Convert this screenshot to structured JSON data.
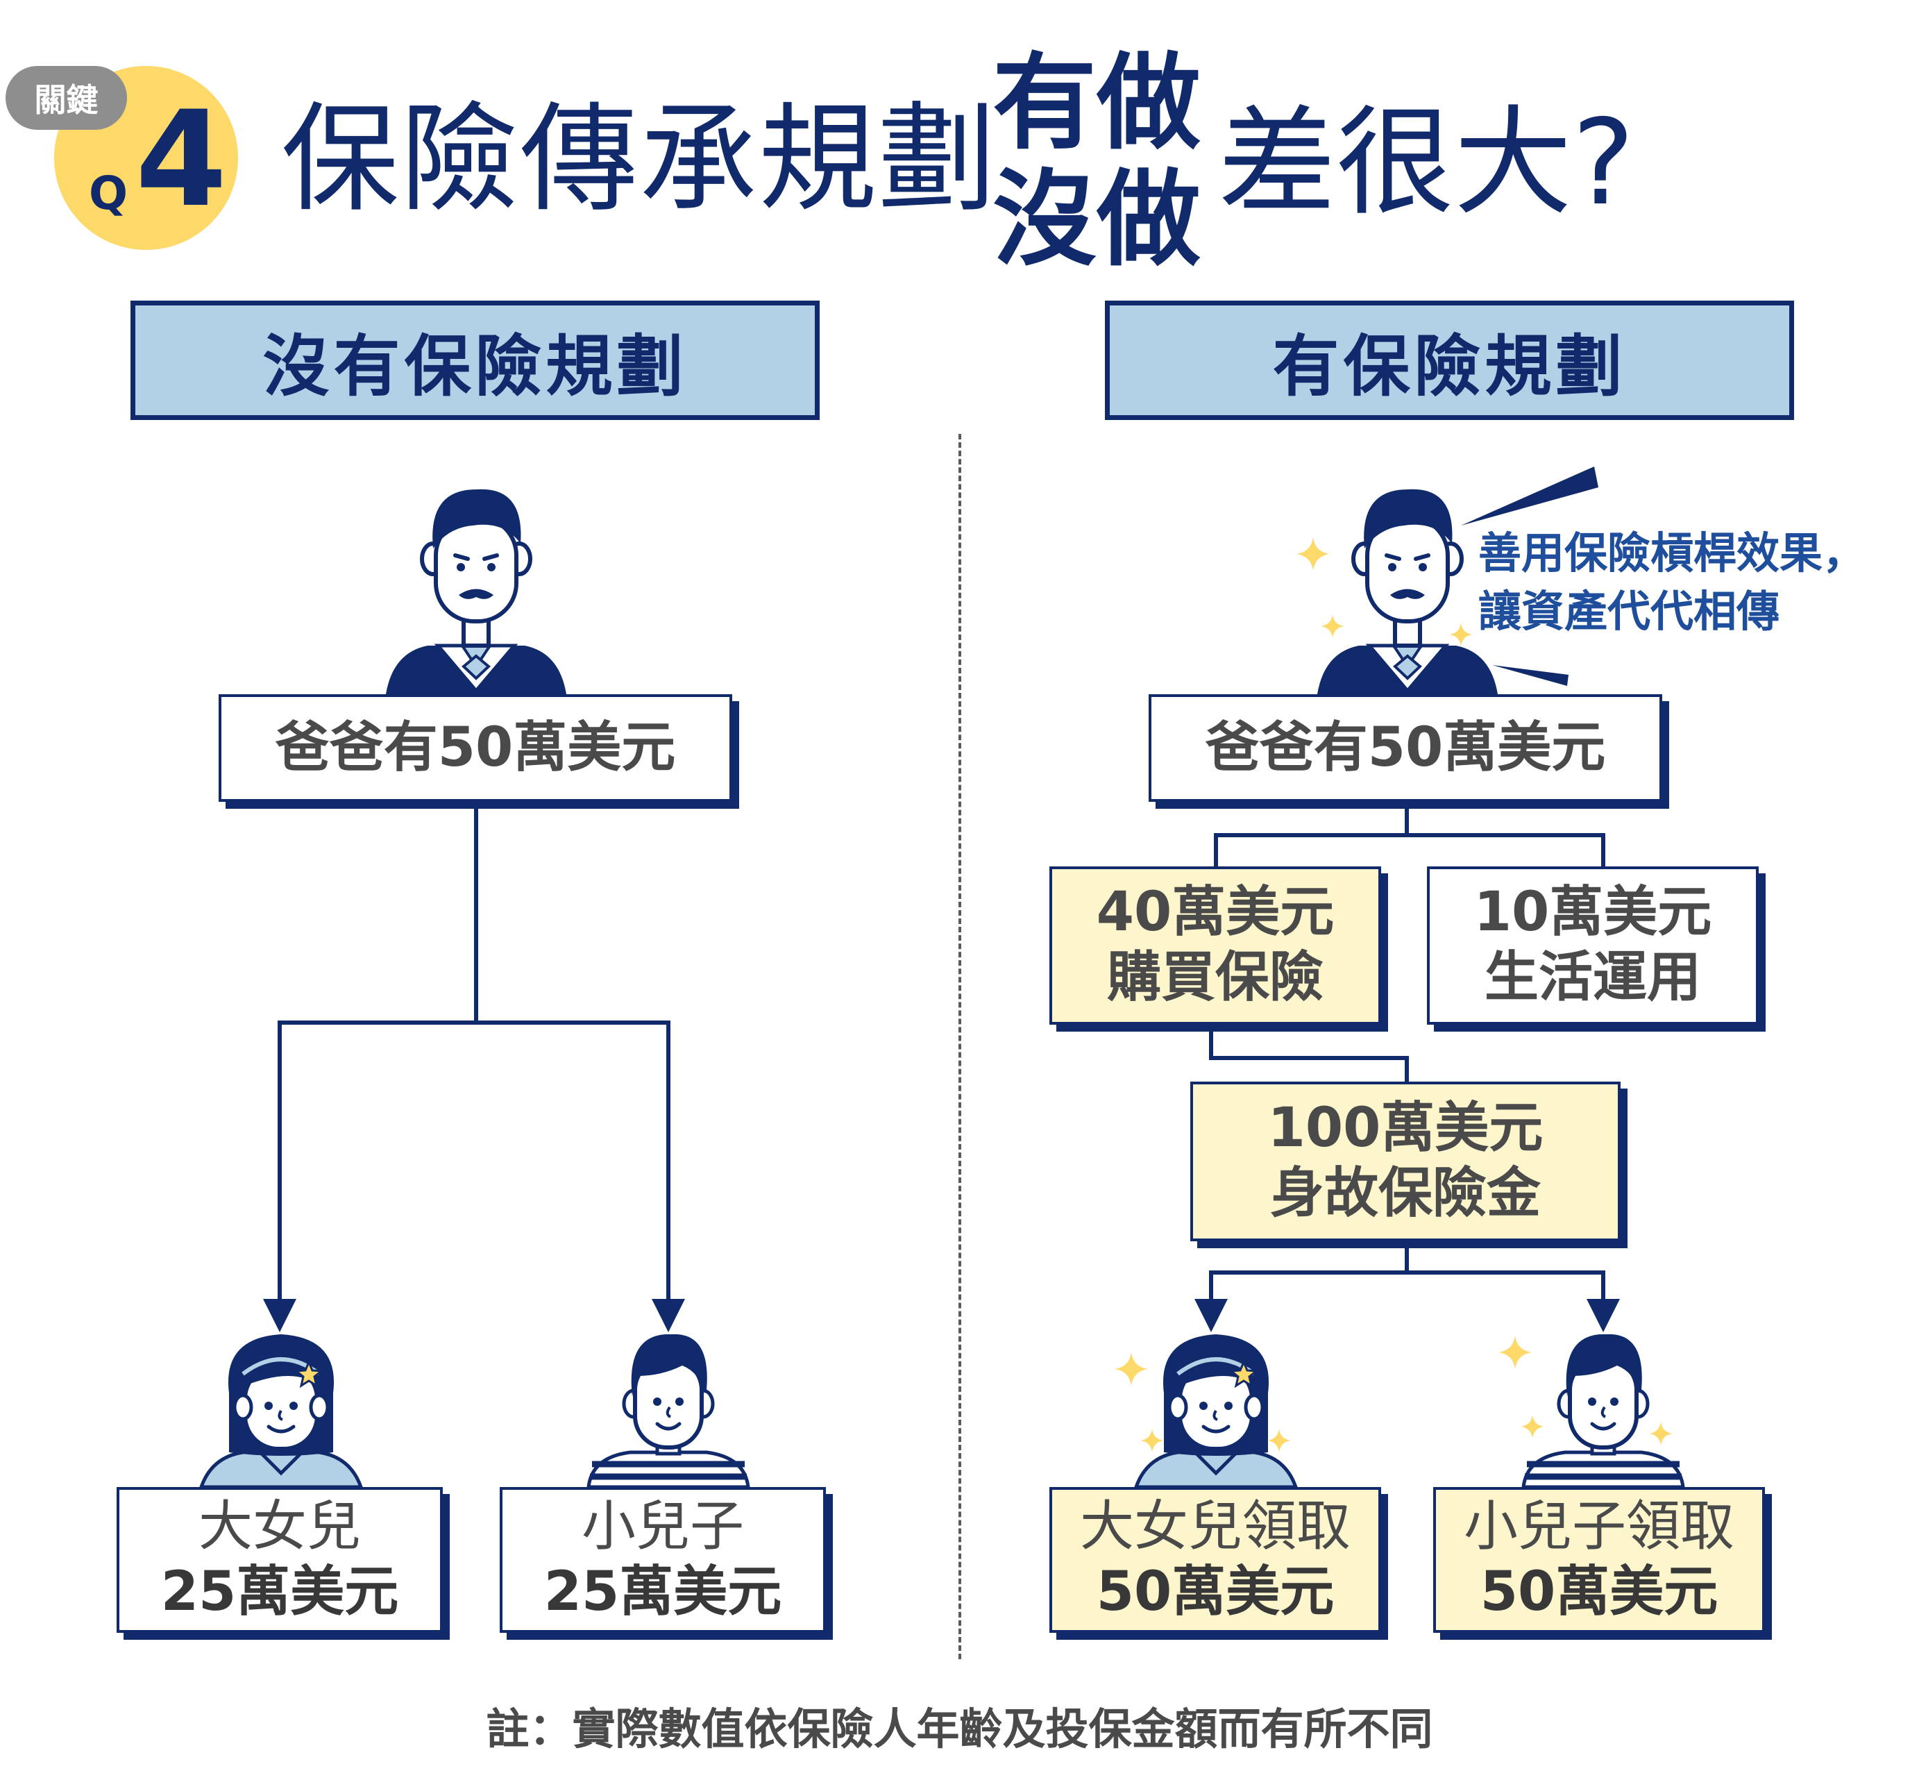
{
  "header": {
    "key_label": "關鍵",
    "q_letter": "Q",
    "q_number": "4",
    "title_main": "保險傳承規劃",
    "title_bold_line1": "有做",
    "title_bold_line2": "沒做",
    "title_end": "差很大?"
  },
  "left": {
    "header": "沒有保險規劃",
    "father": "爸爸有50萬美元",
    "daughter": {
      "name": "大女兒",
      "amount": "25萬美元"
    },
    "son": {
      "name": "小兒子",
      "amount": "25萬美元"
    }
  },
  "right": {
    "header": "有保險規劃",
    "callout_line1": "善用保險槓桿效果，",
    "callout_line2": "讓資產代代相傳",
    "father": "爸爸有50萬美元",
    "insurance": {
      "line1": "40萬美元",
      "line2": "購買保險"
    },
    "living": {
      "line1": "10萬美元",
      "line2": "生活運用"
    },
    "payout": {
      "line1": "100萬美元",
      "line2": "身故保險金"
    },
    "daughter": {
      "name": "大女兒領取",
      "amount": "50萬美元"
    },
    "son": {
      "name": "小兒子領取",
      "amount": "50萬美元"
    }
  },
  "footnote": "註：實際數值依保險人年齡及投保金額而有所不同",
  "colors": {
    "navy": "#102a6b",
    "header_blue": "#b3d1e6",
    "yellow": "#fdf5cc",
    "sparkle": "#fcd968"
  }
}
